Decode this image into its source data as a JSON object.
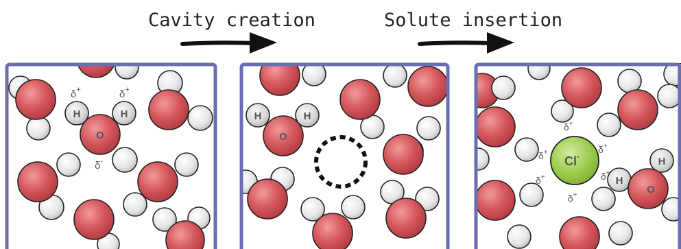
{
  "steps": {
    "cavity_label": "Cavity creation",
    "insertion_label": "Solute insertion"
  },
  "atoms": {
    "hydrogen": "H",
    "oxygen": "O",
    "chloride": "Cl",
    "chloride_charge": "-"
  },
  "charges": {
    "delta_plus": "δ+",
    "delta_minus": "δ-",
    "delta_symbol": "δ",
    "plus": "+",
    "minus": "-"
  },
  "colors": {
    "frame": "#6b6fb0",
    "oxygen": "#cf5256",
    "hydrogen": "#eeeeee",
    "chloride": "#9ccc4e",
    "arrow": "#111111"
  }
}
